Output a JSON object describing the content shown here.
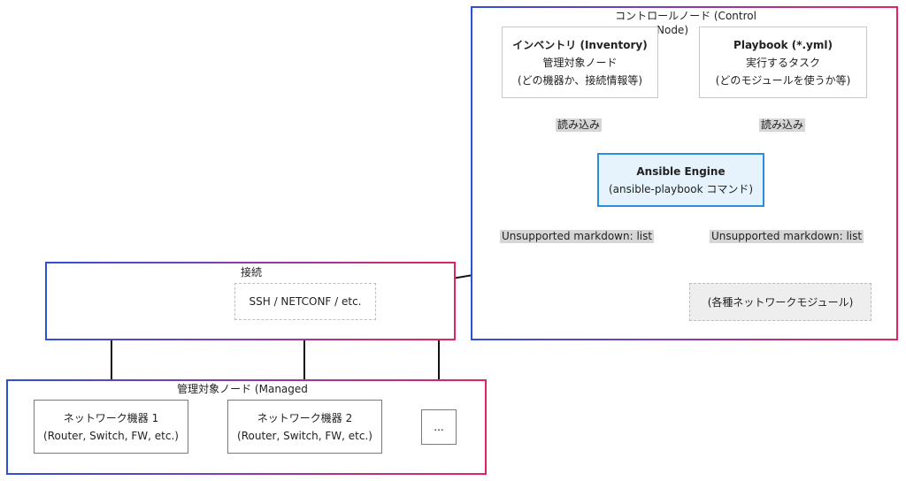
{
  "groups": {
    "control": {
      "title_line1": "コントロールノード (Control",
      "title_line2": "Node)"
    },
    "connection": {
      "title": "接続"
    },
    "managed": {
      "title": "管理対象ノード (Managed"
    }
  },
  "nodes": {
    "inventory": {
      "title": "インベントリ (Inventory)",
      "line2": "管理対象ノード",
      "line3": "(どの機器か、接続情報等)"
    },
    "playbook": {
      "title": "Playbook (*.yml)",
      "line2": "実行するタスク",
      "line3": "(どのモジュールを使うか等)"
    },
    "engine": {
      "title": "Ansible Engine",
      "line2": "(ansible-playbook コマンド)"
    },
    "modules": {
      "label": "(各種ネットワークモジュール)"
    },
    "ssh": {
      "label": "SSH / NETCONF / etc."
    },
    "device1": {
      "title": "ネットワーク機器 1",
      "line2": "(Router, Switch, FW, etc.)"
    },
    "device2": {
      "title": "ネットワーク機器 2",
      "line2": "(Router, Switch, FW, etc.)"
    },
    "more": {
      "label": "..."
    }
  },
  "edge_labels": {
    "inventory_to_engine": "読み込み",
    "playbook_to_engine": "読み込み",
    "engine_to_ssh": "Unsupported markdown: list",
    "engine_to_modules": "Unsupported markdown: list"
  },
  "colors": {
    "border_start": "#2f4fd6",
    "border_end": "#e0245e",
    "engine_fill": "#e6f3fd",
    "engine_border": "#2a8de0",
    "edge": "#111111",
    "label_bg": "#d6d6d6"
  }
}
